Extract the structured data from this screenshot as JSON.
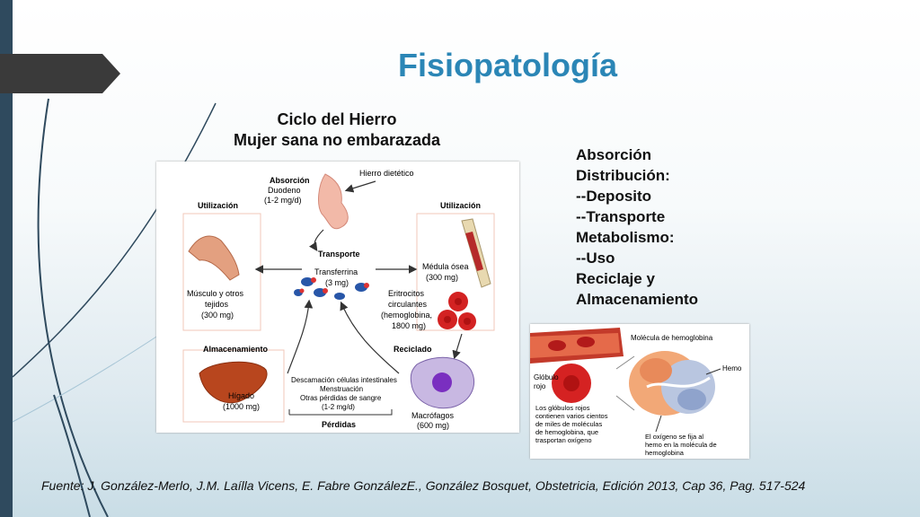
{
  "slide": {
    "title": "Fisiopatología",
    "cycle_title_line1": "Ciclo del Hierro",
    "cycle_title_line2": "Mujer sana no embarazada",
    "topics": [
      "Absorción",
      "Distribución:",
      "--Deposito",
      "--Transporte",
      "Metabolismo:",
      "--Uso",
      "Reciclaje y",
      "Almacenamiento"
    ],
    "source": "Fuente: J. González-Merlo, J.M. Laílla Vicens, E. Fabre GonzálezE., González Bosquet, Obstetricia, Edición 2013, Cap 36, Pag. 517-524"
  },
  "diagram": {
    "hierro_dietetico": "Hierro dietético",
    "absorcion": "Absorción",
    "duodeno": "Duodeno",
    "duodeno_amount": "(1-2 mg/d)",
    "utilizacion_left": "Utilización",
    "musculo_1": "Músculo y otros",
    "musculo_2": "tejidos",
    "musculo_amount": "(300 mg)",
    "transporte": "Transporte",
    "transferrina": "Transferrina",
    "transferrina_amount": "(3 mg)",
    "utilizacion_right": "Utilización",
    "medula": "Médula ósea",
    "medula_amount": "(300 mg)",
    "eritrocitos_1": "Eritrocitos",
    "eritrocitos_2": "circulantes",
    "eritrocitos_3": "(hemoglobina,",
    "eritrocitos_4": "1800 mg)",
    "almacenamiento": "Almacenamiento",
    "higado": "Hígado",
    "higado_amount": "(1000 mg)",
    "perdidas_1": "Descamación células intestinales",
    "perdidas_2": "Menstruación",
    "perdidas_3": "Otras pérdidas de sangre",
    "perdidas_4": "(1-2 mg/d)",
    "perdidas": "Pérdidas",
    "reciclado": "Reciclado",
    "macrofagos": "Macrófagos",
    "macrofagos_amount": "(600 mg)"
  },
  "hemoglobin": {
    "molecula": "Molécula de hemoglobina",
    "hemo": "Hemo",
    "globulo_1": "Glóbulo",
    "globulo_2": "rojo",
    "desc_1": "Los glóbulos rojos",
    "desc_2": "contienen varios cientos",
    "desc_3": "de miles de moléculas",
    "desc_4": "de hemoglobina, que",
    "desc_5": "trasportan oxígeno",
    "oxigeno_1": "El oxígeno se fija al",
    "oxigeno_2": "hemo en la molécula de",
    "oxigeno_3": "hemoglobina"
  }
}
